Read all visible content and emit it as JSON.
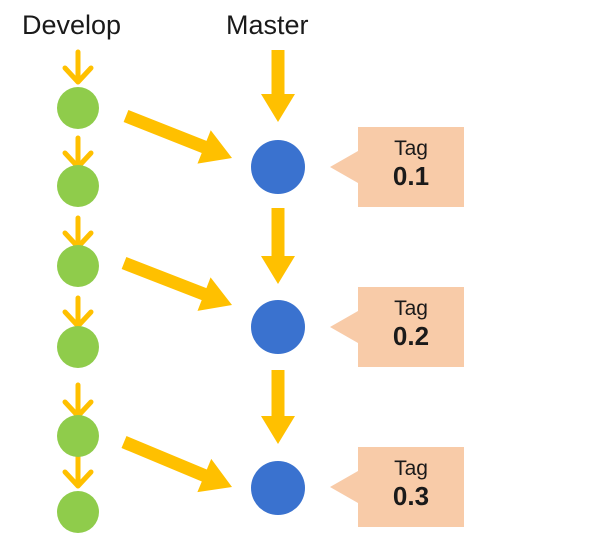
{
  "lanes": {
    "develop": "Develop",
    "master": "Master"
  },
  "colors": {
    "develop_node": "#8fcc4b",
    "master_node": "#3a72cf",
    "arrow": "#ffc000",
    "tag_bg": "#f8cba8"
  },
  "develop_commits": 6,
  "master_commits": 3,
  "tags": [
    {
      "word": "Tag",
      "version": "0.1"
    },
    {
      "word": "Tag",
      "version": "0.2"
    },
    {
      "word": "Tag",
      "version": "0.3"
    }
  ]
}
